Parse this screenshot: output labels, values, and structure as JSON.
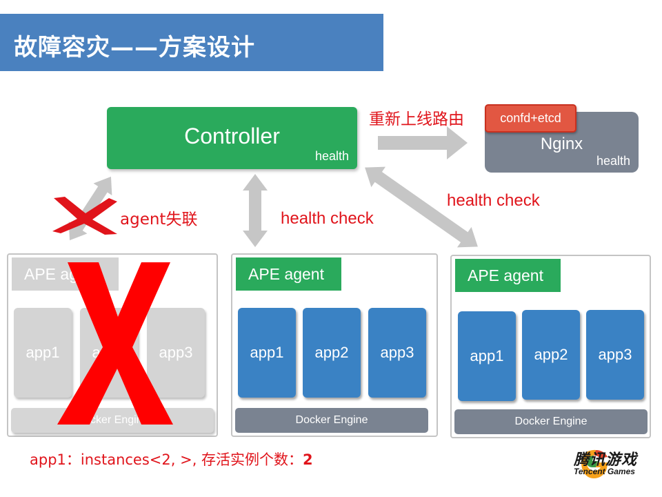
{
  "title": "故障容灾——方案设计",
  "controller": {
    "label": "Controller",
    "health": "health"
  },
  "nginx": {
    "label": "Nginx",
    "health": "health",
    "tag": "confd+etcd"
  },
  "labels": {
    "reroute": "重新上线路由",
    "health_check_center": "health check",
    "health_check_right": "health check",
    "agent_lost": "agent失联"
  },
  "hosts": [
    {
      "agent": "APE agent",
      "apps": [
        "app1",
        "app2",
        "app3"
      ],
      "engine": "Docker Engine",
      "status": "failed"
    },
    {
      "agent": "APE agent",
      "apps": [
        "app1",
        "app2",
        "app3"
      ],
      "engine": "Docker Engine",
      "status": "ok"
    },
    {
      "agent": "APE agent",
      "apps": [
        "app1",
        "app2",
        "app3"
      ],
      "engine": "Docker Engine",
      "status": "ok"
    }
  ],
  "footer": {
    "note_prefix": "app1：instances<2, >, 存活实例个数：",
    "note_value": "2"
  },
  "logo": {
    "name_cn": "腾讯游戏",
    "name_en": "Tencent Games"
  },
  "colors": {
    "title_bar": "#4a81bf",
    "controller": "#2aaa5c",
    "agent_ok": "#2aaa5c",
    "app_ok": "#3a82c4",
    "engine": "#7a8391",
    "failed_gray": "#d3d3d3",
    "alert_red": "#e0141b",
    "confd_tag": "#e25742"
  }
}
